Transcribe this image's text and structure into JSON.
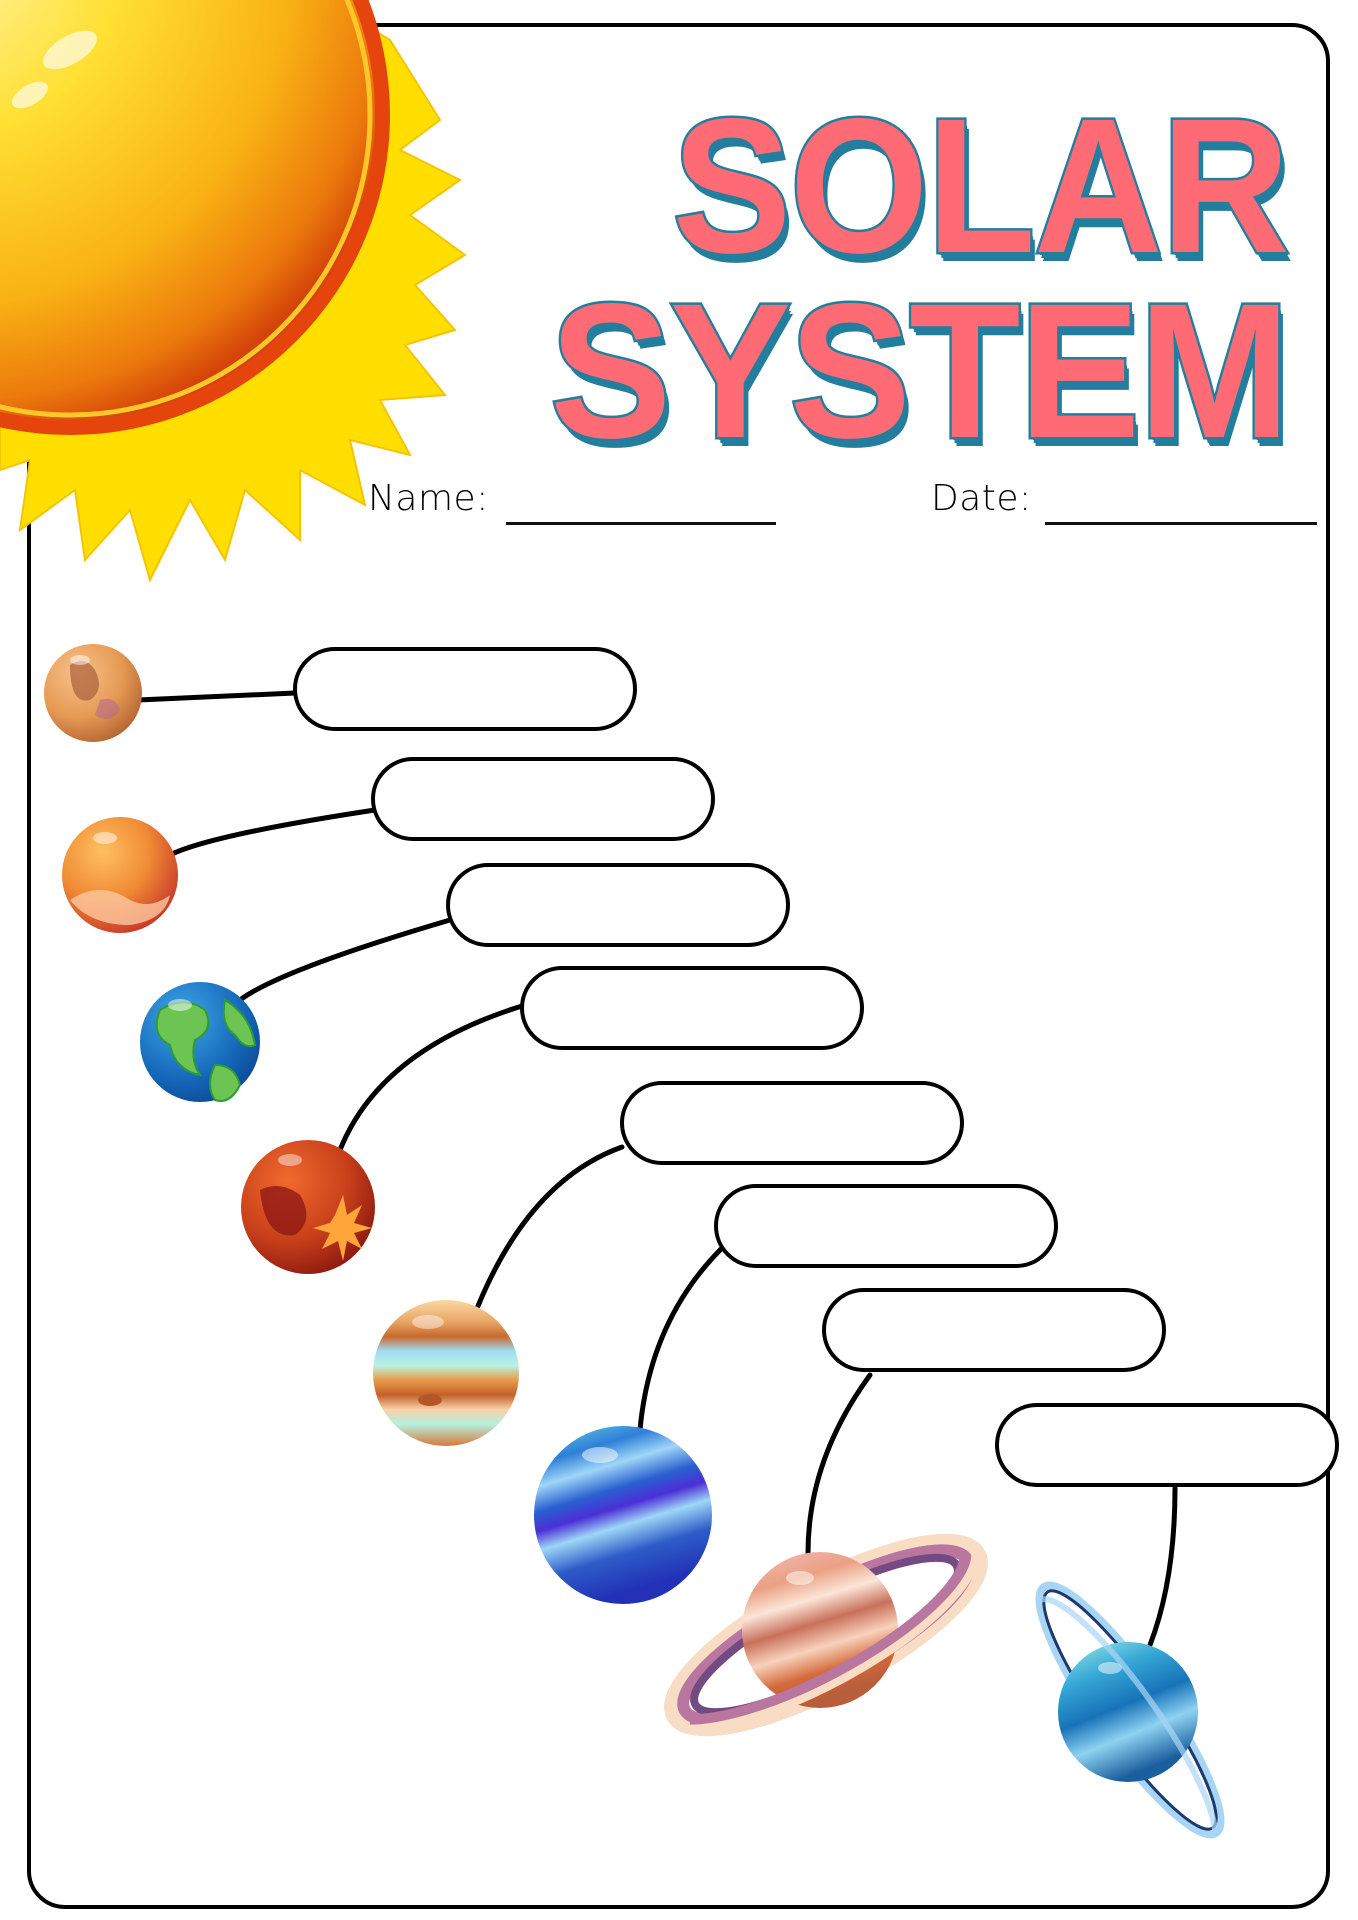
{
  "worksheet": {
    "title_line1": "SOLAR",
    "title_line2": "SYSTEM",
    "name_label": "Name:",
    "name_value": "",
    "date_label": "Date:",
    "date_value": "",
    "colors": {
      "title_fill": "#FF6B74",
      "title_outline": "#237E9E",
      "frame": "#000000"
    }
  },
  "illustrations": {
    "sun": "sun-icon",
    "planets": [
      {
        "name": "mercury",
        "icon": "mercury-icon"
      },
      {
        "name": "venus",
        "icon": "venus-icon"
      },
      {
        "name": "earth",
        "icon": "earth-icon"
      },
      {
        "name": "mars",
        "icon": "mars-icon"
      },
      {
        "name": "jupiter",
        "icon": "jupiter-icon"
      },
      {
        "name": "neptune",
        "icon": "neptune-icon"
      },
      {
        "name": "saturn",
        "icon": "saturn-icon"
      },
      {
        "name": "uranus",
        "icon": "uranus-icon"
      }
    ]
  },
  "answer_boxes": [
    {
      "value": ""
    },
    {
      "value": ""
    },
    {
      "value": ""
    },
    {
      "value": ""
    },
    {
      "value": ""
    },
    {
      "value": ""
    },
    {
      "value": ""
    },
    {
      "value": ""
    }
  ]
}
